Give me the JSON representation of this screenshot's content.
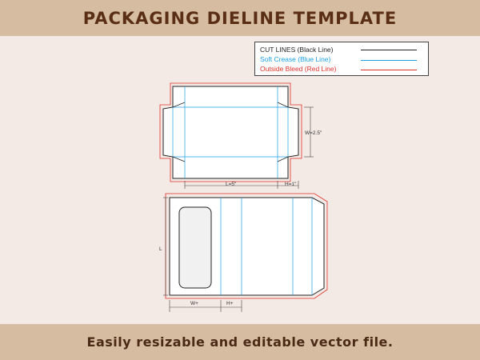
{
  "header": {
    "title": "PACKAGING DIELINE TEMPLATE"
  },
  "legend": {
    "items": [
      {
        "label": "CUT LINES (Black Line)",
        "color": "#222222"
      },
      {
        "label": "Soft Crease (Blue Line)",
        "color": "#1aa0e0"
      },
      {
        "label": "Outside Bleed (Red Line)",
        "color": "#e0302a"
      }
    ]
  },
  "dimensions": {
    "width": "W=2.5\"",
    "length": "L=5\"",
    "height": "H=1\"",
    "length_short": "L",
    "width_short": "W+",
    "height_short": "H+"
  },
  "colors": {
    "cut": "#222222",
    "crease": "#1aa0e0",
    "bleed": "#e0302a",
    "banner": "#d6bca0",
    "background": "#f3e9e5",
    "title_text": "#5a2e14"
  },
  "footer": {
    "text": "Easily resizable and editable vector file."
  }
}
